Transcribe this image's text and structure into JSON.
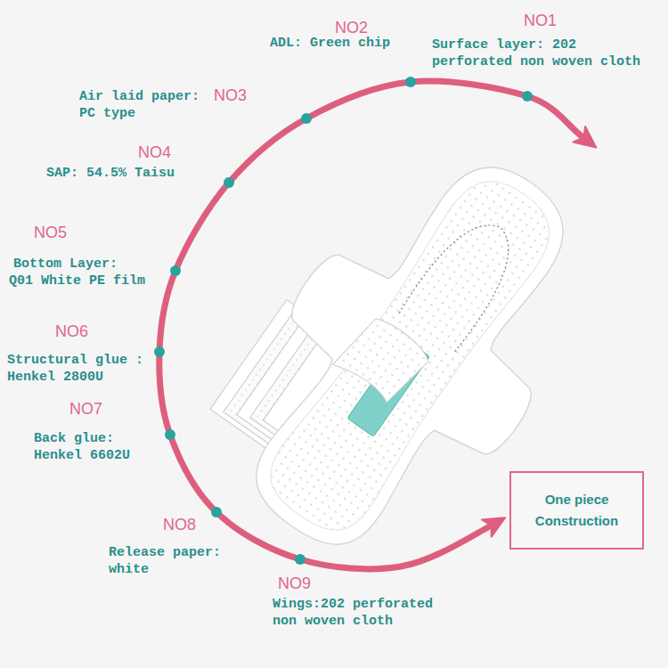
{
  "diagram": {
    "nodes": [
      {
        "text": [
          "One piece Construction"
        ]
      }
    ],
    "labels": [
      "NO1",
      "Surface layer: 202 perforated non woven cloth",
      "NO2",
      "ADL: Green chip",
      "NO3",
      "Air laid paper: PC type",
      "NO4",
      "SAP: 54.5% Taisu",
      "NO5",
      "Bottom Layer: Q01 White PE film",
      "NO6",
      "Structural glue : Henkel 2800U",
      "NO7",
      "Back glue: Henkel 6602U",
      "NO8",
      "Release paper: white",
      "NO9",
      "Wings:202 perforated non woven cloth"
    ]
  }
}
